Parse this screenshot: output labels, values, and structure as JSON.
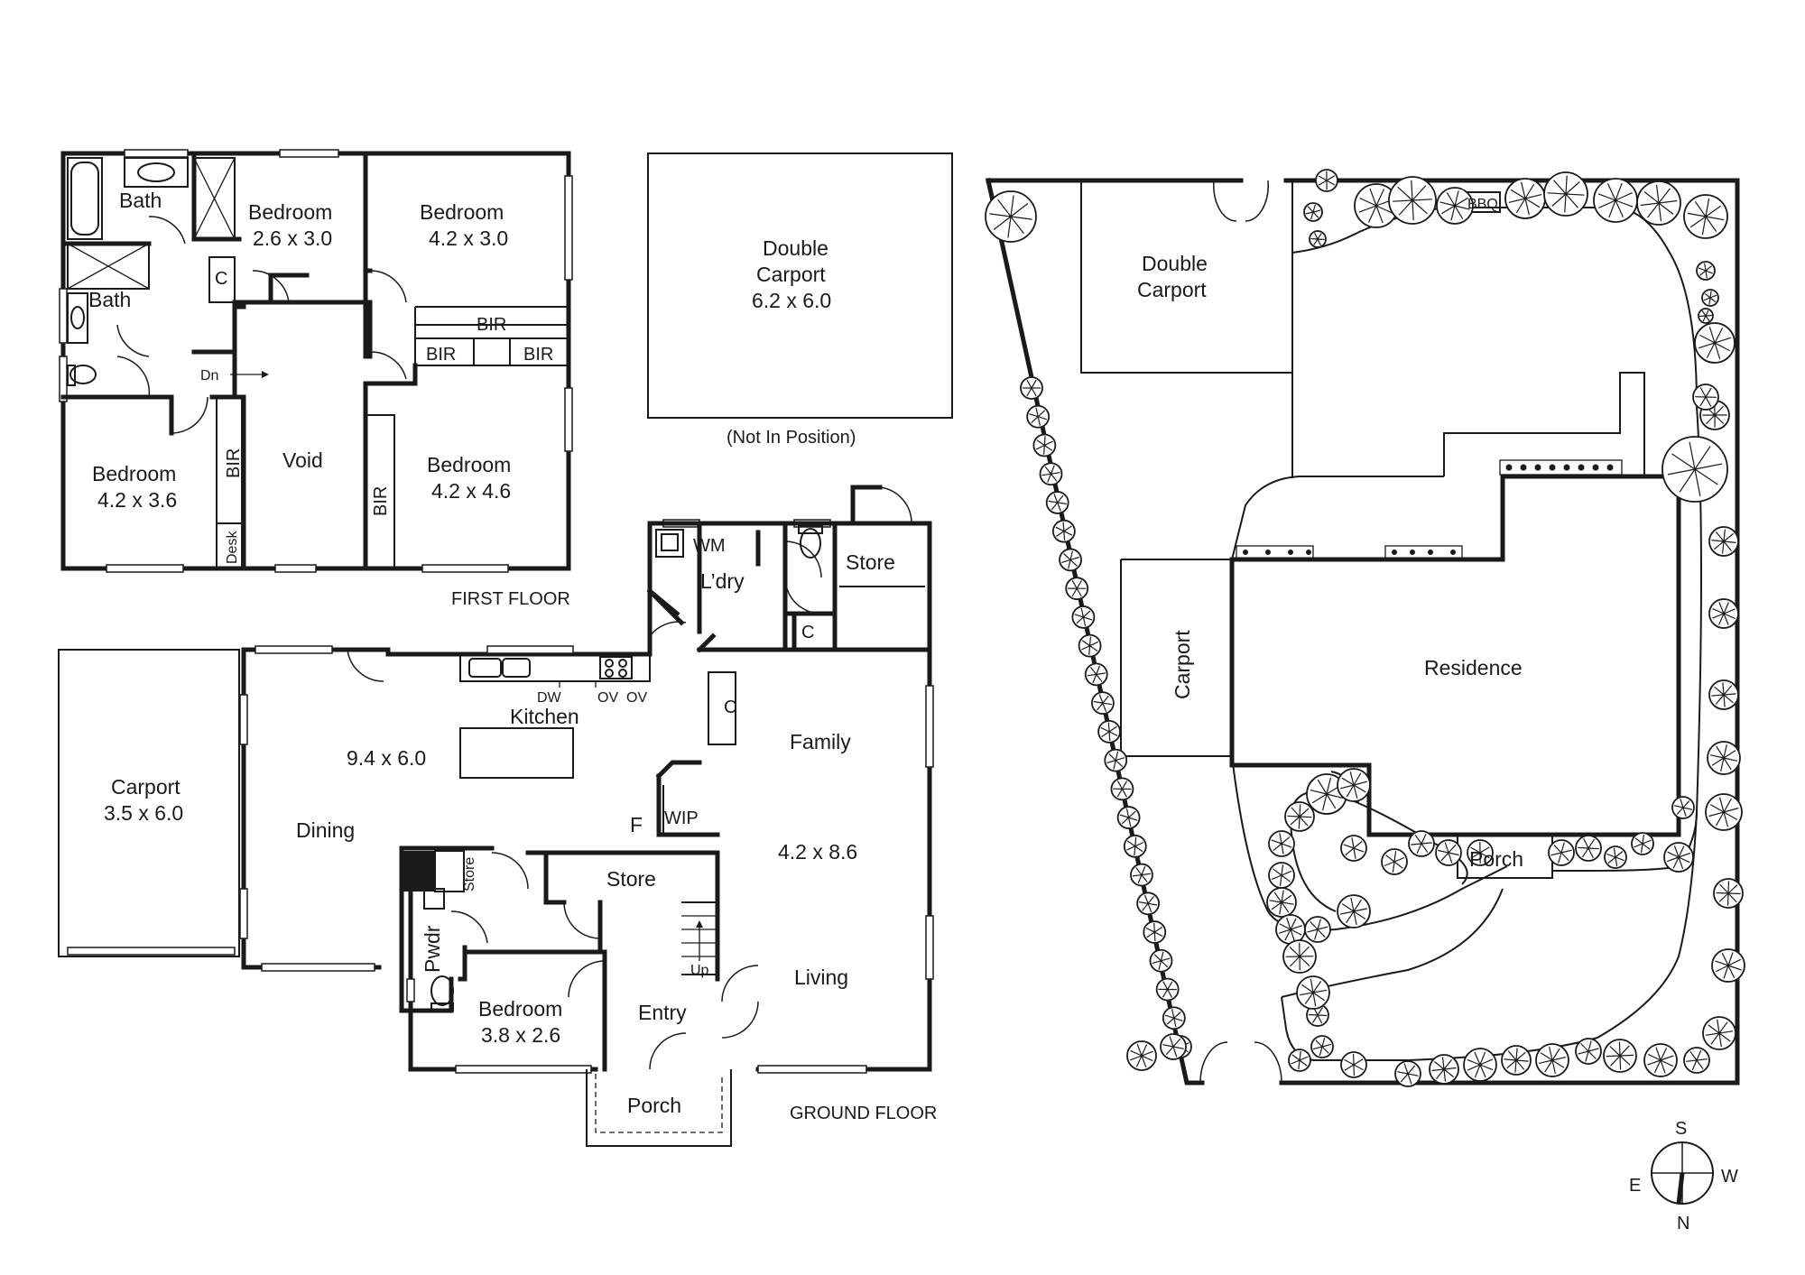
{
  "first_floor": {
    "caption": "FIRST FLOOR",
    "bath_1": "Bath",
    "bath_2": "Bath",
    "bedroom_a": {
      "name": "Bedroom",
      "size": "2.6 x 3.0"
    },
    "bedroom_b": {
      "name": "Bedroom",
      "size": "4.2 x 3.0"
    },
    "bedroom_c": {
      "name": "Bedroom",
      "size": "4.2 x 3.6"
    },
    "bedroom_d": {
      "name": "Bedroom",
      "size": "4.2 x 4.6"
    },
    "void": "Void",
    "cupboard": "C",
    "bir_top": "BIR",
    "bir_left": "BIR",
    "bir_right": "BIR",
    "bir_vertical_1": "BIR",
    "bir_vertical_2": "BIR",
    "desk": "Desk",
    "stair_down": "Dn"
  },
  "detached_carport": {
    "name": "Double",
    "name2": "Carport",
    "size": "6.2 x 6.0",
    "note": "(Not In Position)"
  },
  "ground_floor": {
    "caption": "GROUND FLOOR",
    "carport": {
      "name": "Carport",
      "size": "3.5 x 6.0"
    },
    "kitchen": "Kitchen",
    "living_dining_size": "9.4 x 6.0",
    "dining": "Dining",
    "dw": "DW",
    "ov1": "OV",
    "ov2": "OV",
    "laundry": "L’dry",
    "wm": "WM",
    "store_top": "Store",
    "laundry_cupboard": "C",
    "hall_cupboard": "C",
    "family": "Family",
    "family_size": "4.2 x 8.6",
    "living": "Living",
    "fridge": "F",
    "wip": "WIP",
    "store_mid": "Store",
    "store_small": "Store",
    "powder": "Pwdr",
    "bedroom": {
      "name": "Bedroom",
      "size": "3.8 x 2.6"
    },
    "entry": "Entry",
    "porch": "Porch",
    "stair_up": "Up"
  },
  "site_plan": {
    "double_carport": "Double",
    "double_carport2": "Carport",
    "bbq": "BBQ",
    "carport": "Carport",
    "residence": "Residence",
    "porch": "Porch"
  },
  "compass": {
    "s": "S",
    "w": "W",
    "e": "E",
    "n": "N"
  }
}
